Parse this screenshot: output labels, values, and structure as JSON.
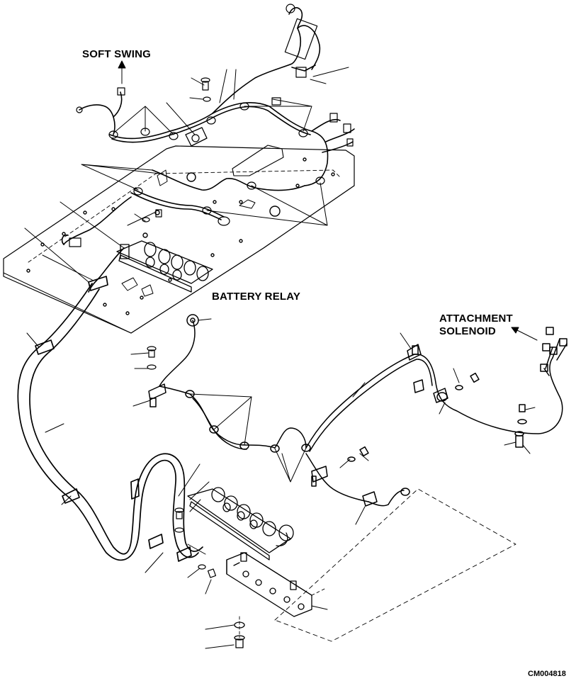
{
  "labels": {
    "soft_swing": "SOFT SWING",
    "battery_relay": "BATTERY RELAY",
    "attachment_line1": "ATTACHMENT",
    "attachment_line2": "SOLENOID"
  },
  "drawing_code": "CM004818"
}
